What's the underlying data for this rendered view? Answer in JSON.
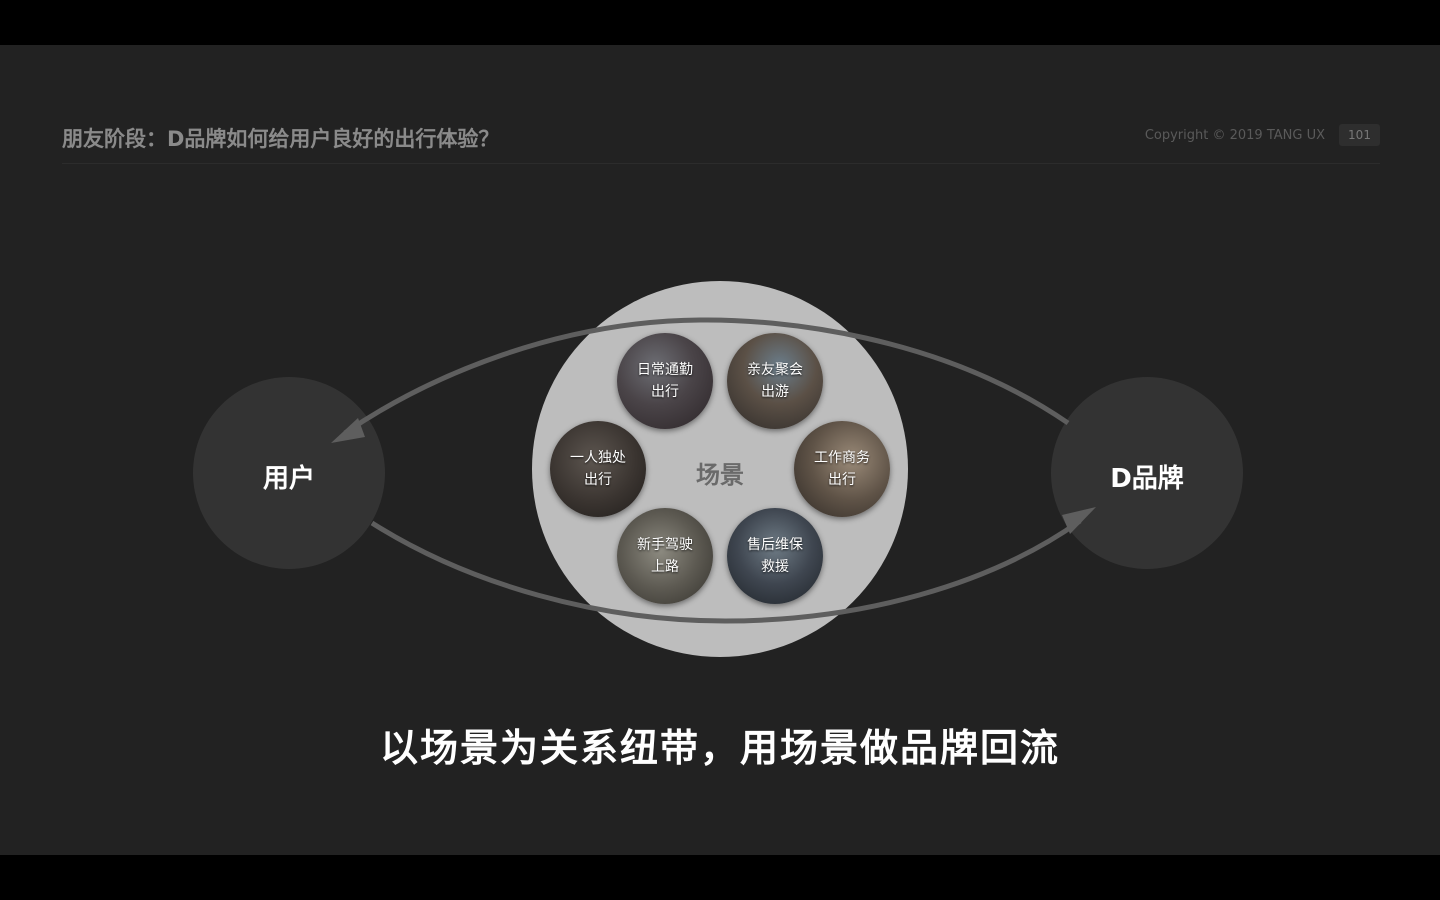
{
  "header": {
    "title": "朋友阶段：D品牌如何给用户良好的出行体验？",
    "copyright": "Copyright © 2019 TANG UX",
    "page_number": "101"
  },
  "diagram": {
    "left_node": "用户",
    "right_node": "D品牌",
    "center_label": "场景",
    "scenes": [
      {
        "line1": "日常通勤",
        "line2": "出行"
      },
      {
        "line1": "亲友聚会",
        "line2": "出游"
      },
      {
        "line1": "一人独处",
        "line2": "出行"
      },
      {
        "line1": "工作商务",
        "line2": "出行"
      },
      {
        "line1": "新手驾驶",
        "line2": "上路"
      },
      {
        "line1": "售后维保",
        "line2": "救援"
      }
    ]
  },
  "tagline": "以场景为关系纽带，用场景做品牌回流",
  "colors": {
    "slide_background": "#222222",
    "letterbox": "#000000",
    "node_circle": "#333333",
    "center_circle": "#bdbdbd",
    "arrow": "#5e5e5e"
  }
}
